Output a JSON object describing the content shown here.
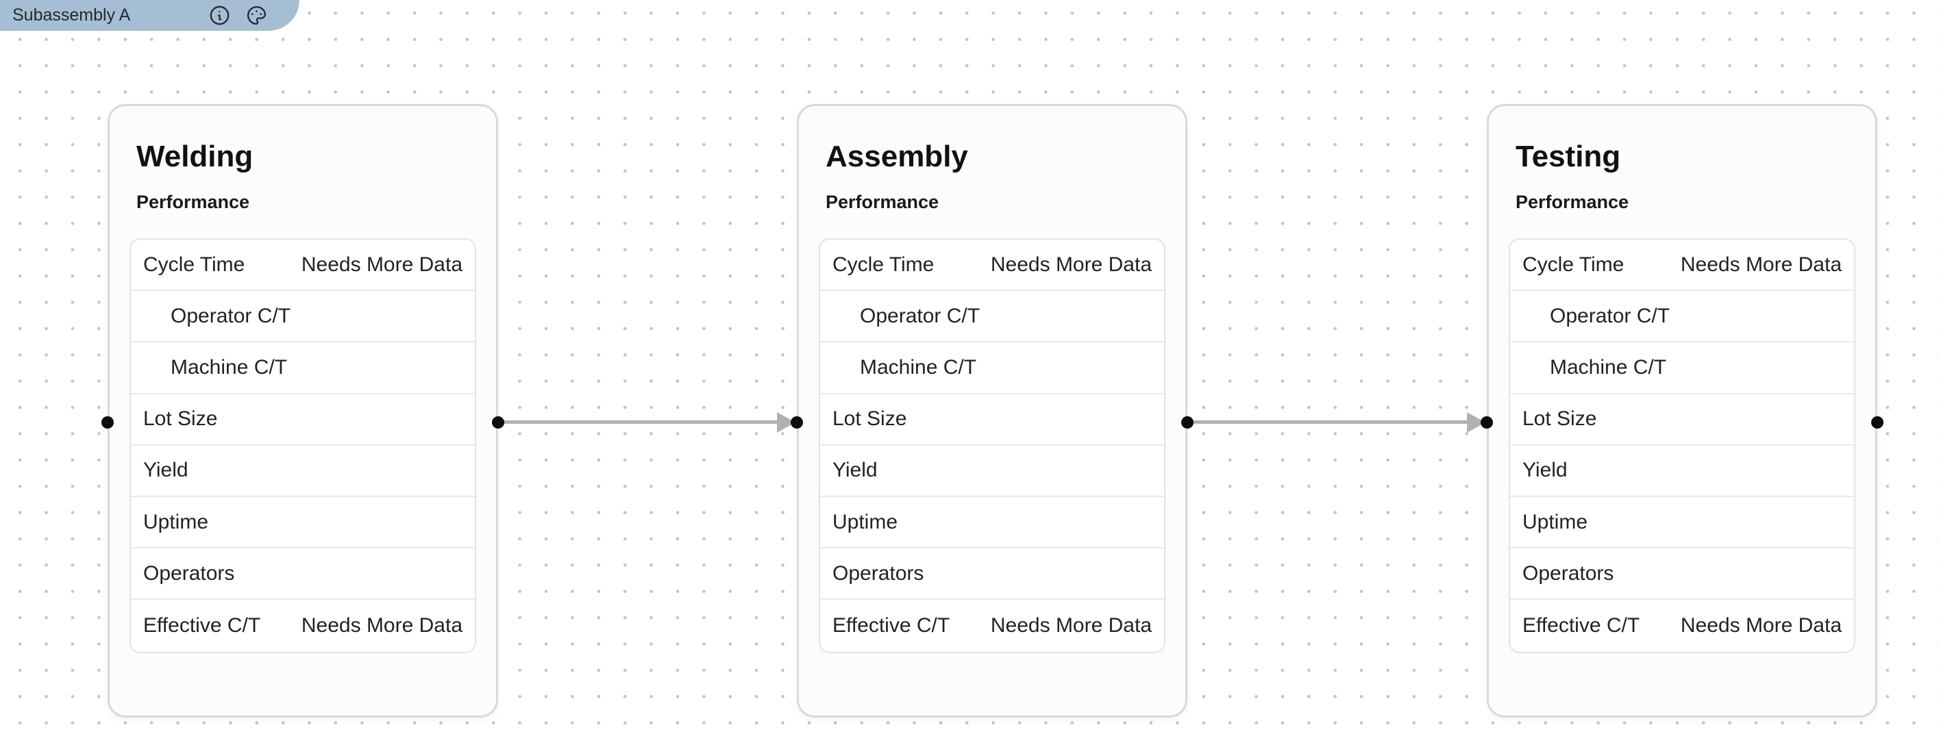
{
  "colors": {
    "tab_bg": "#a5bed3",
    "edge_arrow": "#b1b1b1",
    "connection_handle": "#0d0d0d",
    "card_border": "#d9d9d9"
  },
  "tab": {
    "label": "Subassembly A",
    "icons": [
      {
        "name": "info-icon"
      },
      {
        "name": "palette-icon"
      }
    ]
  },
  "nodes": [
    {
      "title": "Welding",
      "section_heading": "Performance",
      "metrics": [
        {
          "label": "Cycle Time",
          "value": "Needs More Data",
          "indent": false
        },
        {
          "label": "Operator C/T",
          "value": "",
          "indent": true
        },
        {
          "label": "Machine C/T",
          "value": "",
          "indent": true
        },
        {
          "label": "Lot Size",
          "value": "",
          "indent": false
        },
        {
          "label": "Yield",
          "value": "",
          "indent": false
        },
        {
          "label": "Uptime",
          "value": "",
          "indent": false
        },
        {
          "label": "Operators",
          "value": "",
          "indent": false
        },
        {
          "label": "Effective C/T",
          "value": "Needs More Data",
          "indent": false
        }
      ]
    },
    {
      "title": "Assembly",
      "section_heading": "Performance",
      "metrics": [
        {
          "label": "Cycle Time",
          "value": "Needs More Data",
          "indent": false
        },
        {
          "label": "Operator C/T",
          "value": "",
          "indent": true
        },
        {
          "label": "Machine C/T",
          "value": "",
          "indent": true
        },
        {
          "label": "Lot Size",
          "value": "",
          "indent": false
        },
        {
          "label": "Yield",
          "value": "",
          "indent": false
        },
        {
          "label": "Uptime",
          "value": "",
          "indent": false
        },
        {
          "label": "Operators",
          "value": "",
          "indent": false
        },
        {
          "label": "Effective C/T",
          "value": "Needs More Data",
          "indent": false
        }
      ]
    },
    {
      "title": "Testing",
      "section_heading": "Performance",
      "metrics": [
        {
          "label": "Cycle Time",
          "value": "Needs More Data",
          "indent": false
        },
        {
          "label": "Operator C/T",
          "value": "",
          "indent": true
        },
        {
          "label": "Machine C/T",
          "value": "",
          "indent": true
        },
        {
          "label": "Lot Size",
          "value": "",
          "indent": false
        },
        {
          "label": "Yield",
          "value": "",
          "indent": false
        },
        {
          "label": "Uptime",
          "value": "",
          "indent": false
        },
        {
          "label": "Operators",
          "value": "",
          "indent": false
        },
        {
          "label": "Effective C/T",
          "value": "Needs More Data",
          "indent": false
        }
      ]
    }
  ],
  "edges": [
    {
      "from": "Welding",
      "to": "Assembly"
    },
    {
      "from": "Assembly",
      "to": "Testing"
    }
  ]
}
